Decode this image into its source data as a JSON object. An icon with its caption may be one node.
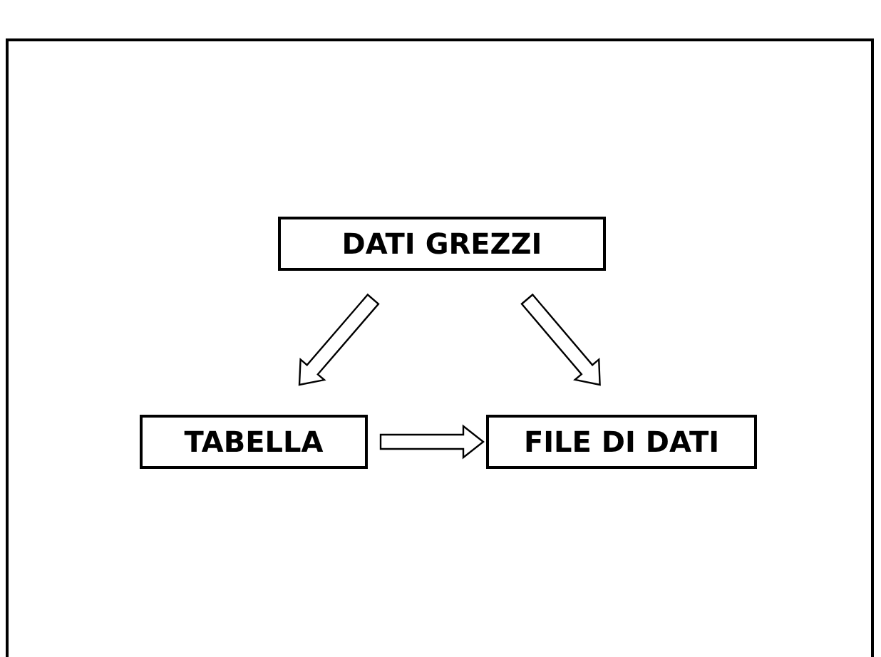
{
  "diagram": {
    "nodes": [
      {
        "text": [
          "DATI GREZZI"
        ]
      },
      {
        "text": [
          "TABELLA"
        ]
      },
      {
        "text": [
          "FILE DI DATI"
        ]
      }
    ],
    "edges": [
      {
        "from": 0,
        "to": 1,
        "arrow": "to"
      },
      {
        "from": 0,
        "to": 2,
        "arrow": "to"
      },
      {
        "from": 1,
        "to": 2,
        "arrow": "to"
      }
    ]
  }
}
